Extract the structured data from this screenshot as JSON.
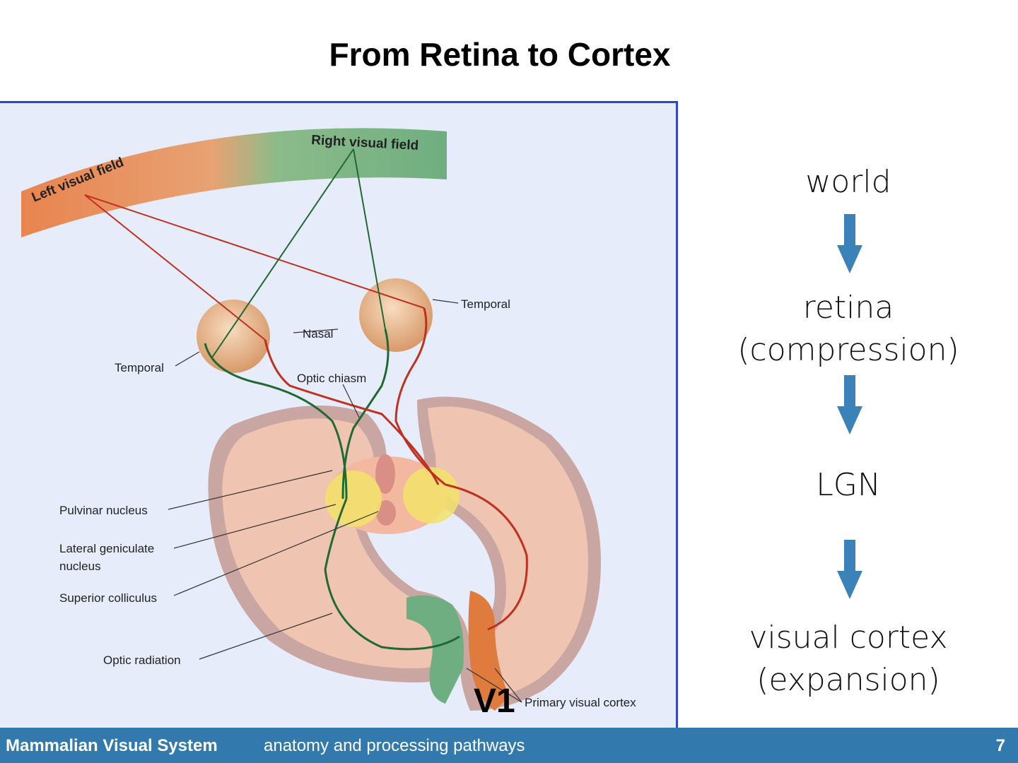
{
  "slide": {
    "title": "From Retina to Cortex",
    "v1_label": "V1",
    "page_number": "7"
  },
  "figure": {
    "labels": {
      "left_visual_field": "Left visual field",
      "right_visual_field": "Right visual field",
      "temporal_right": "Temporal",
      "nasal": "Nasal",
      "temporal_left": "Temporal",
      "optic_chiasm": "Optic chiasm",
      "pulvinar_nucleus": "Pulvinar nucleus",
      "lateral_geniculate_line1": "Lateral geniculate",
      "lateral_geniculate_line2": "nucleus",
      "superior_colliculus": "Superior colliculus",
      "optic_radiation": "Optic radiation",
      "primary_visual_cortex": "Primary visual cortex"
    },
    "colors": {
      "left_field": "#e8844f",
      "right_field": "#6fae80",
      "left_pathway": "#c0301e",
      "right_pathway": "#1f6a32",
      "brain_tissue": "#efc4b1",
      "brain_gray": "#c9a6a2",
      "lgn": "#f2e36a",
      "panel_border": "#2e47d6"
    }
  },
  "flow": {
    "steps": [
      "world",
      "retina",
      "(compression)",
      "LGN",
      "visual cortex",
      "(expansion)"
    ],
    "arrow_color": "#3b82b8"
  },
  "footer": {
    "title": "Mammalian Visual System",
    "subtitle": "anatomy and processing pathways",
    "bar_color": "#3279ad"
  }
}
